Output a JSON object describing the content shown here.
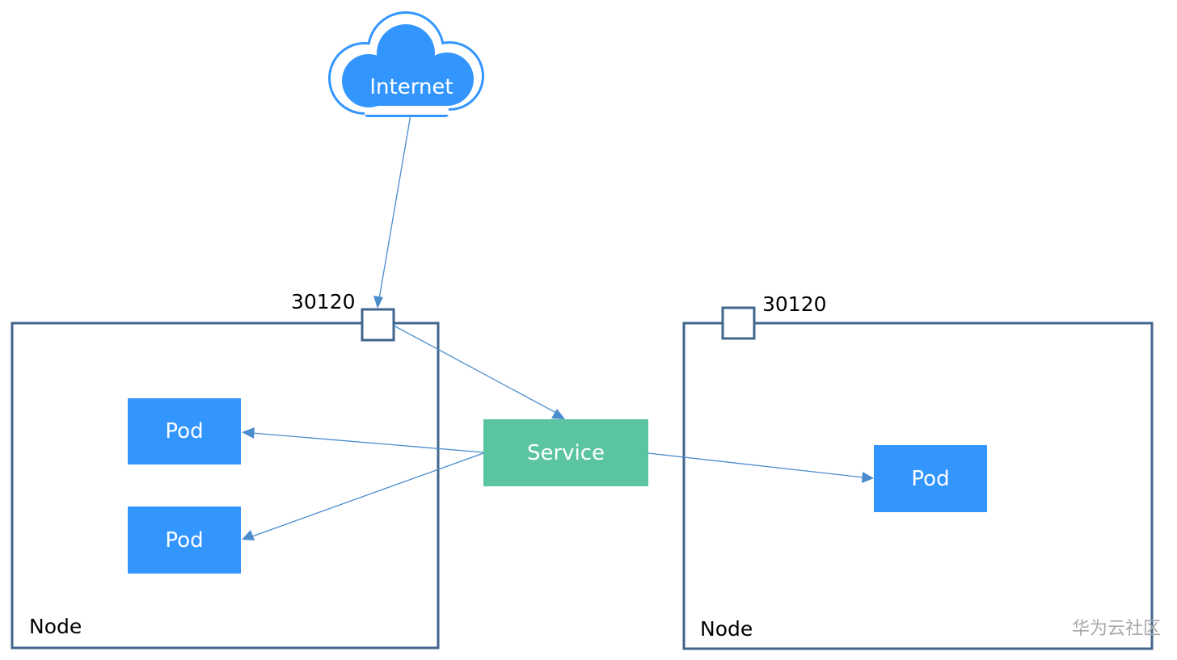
{
  "internet": {
    "label": "Internet"
  },
  "nodes": [
    {
      "label": "Node",
      "port": "30120"
    },
    {
      "label": "Node",
      "port": "30120"
    }
  ],
  "pods": [
    "Pod",
    "Pod",
    "Pod"
  ],
  "service": {
    "label": "Service"
  },
  "watermark": "华为云社区",
  "colors": {
    "pod": "#3396ff",
    "service": "#5bc4a0",
    "cloud": "#3396ff",
    "node_border": "#41668c",
    "edge": "#4a8ccc"
  }
}
